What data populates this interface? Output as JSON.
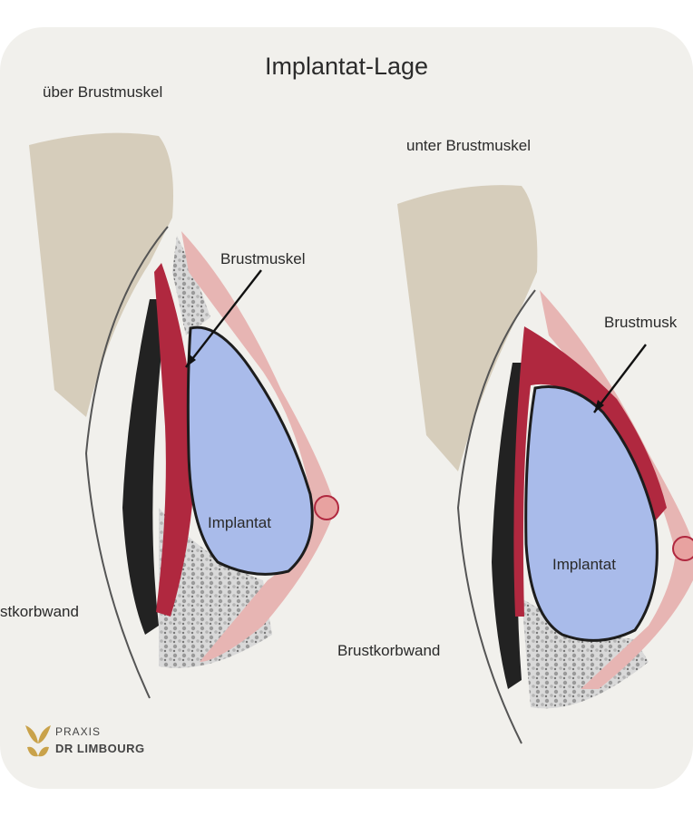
{
  "title": "Implantat-Lage",
  "left_panel": {
    "heading": "über Brustmuskel",
    "muscle_label": "Brustmuskel",
    "implant_label": "Implantat",
    "chestwall_label": "stkorbwand"
  },
  "right_panel": {
    "heading": "unter Brustmuskel",
    "muscle_label": "Brustmusk",
    "implant_label": "Implantat",
    "chestwall_label": "Brustkorbwand"
  },
  "logo": {
    "line1": "PRAXIS",
    "line2": "DR LIMBOURG",
    "color": "#c9a24a"
  },
  "colors": {
    "background": "#f1f0ec",
    "implant": "#a9bbea",
    "muscle": "#b0283f",
    "skin": "#d6cdbb",
    "tissue": "#e7b5b3"
  }
}
